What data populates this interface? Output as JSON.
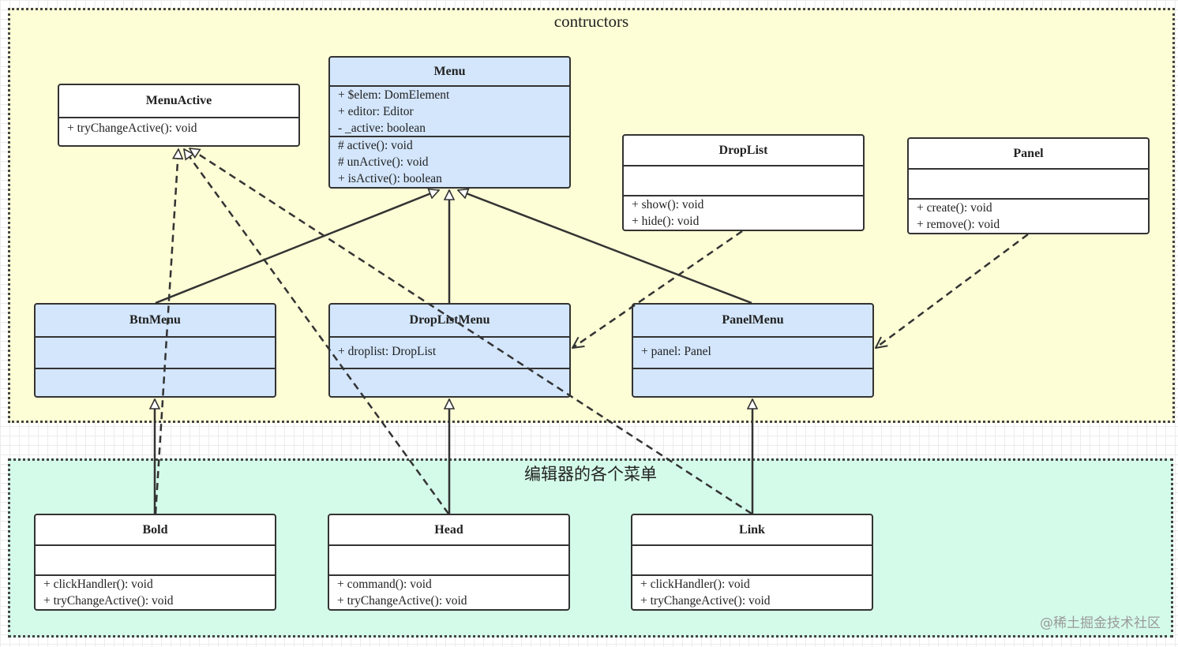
{
  "regions": {
    "top_title": "contructors",
    "bottom_title": "编辑器的各个菜单"
  },
  "classes": {
    "menu_active": {
      "name": "MenuActive",
      "ops": [
        "+ tryChangeActive(): void"
      ]
    },
    "menu": {
      "name": "Menu",
      "attrs": [
        "+ $elem: DomElement",
        "+ editor: Editor",
        "- _active: boolean"
      ],
      "ops": [
        "# active(): void",
        "# unActive(): void",
        "+ isActive(): boolean"
      ]
    },
    "drop_list": {
      "name": "DropList",
      "ops": [
        "+ show(): void",
        "+ hide(): void"
      ]
    },
    "panel": {
      "name": "Panel",
      "ops": [
        "+ create(): void",
        "+ remove(): void"
      ]
    },
    "btn_menu": {
      "name": "BtnMenu"
    },
    "drop_list_menu": {
      "name": "DropListMenu",
      "attrs": [
        "+ droplist: DropList"
      ]
    },
    "panel_menu": {
      "name": "PanelMenu",
      "attrs": [
        "+ panel: Panel"
      ]
    },
    "bold": {
      "name": "Bold",
      "ops": [
        "+ clickHandler(): void",
        "+ tryChangeActive(): void"
      ]
    },
    "head": {
      "name": "Head",
      "ops": [
        "+ command(): void",
        "+ tryChangeActive(): void"
      ]
    },
    "link": {
      "name": "Link",
      "ops": [
        "+ clickHandler(): void",
        "+ tryChangeActive(): void"
      ]
    }
  },
  "colors": {
    "top_region": "#fdfdd6",
    "bottom_region": "#d4fbe9",
    "highlight_class": "#d3e6fc",
    "plain_class": "#ffffff",
    "line": "#333333"
  },
  "watermark": "@稀土掘金技术社区"
}
